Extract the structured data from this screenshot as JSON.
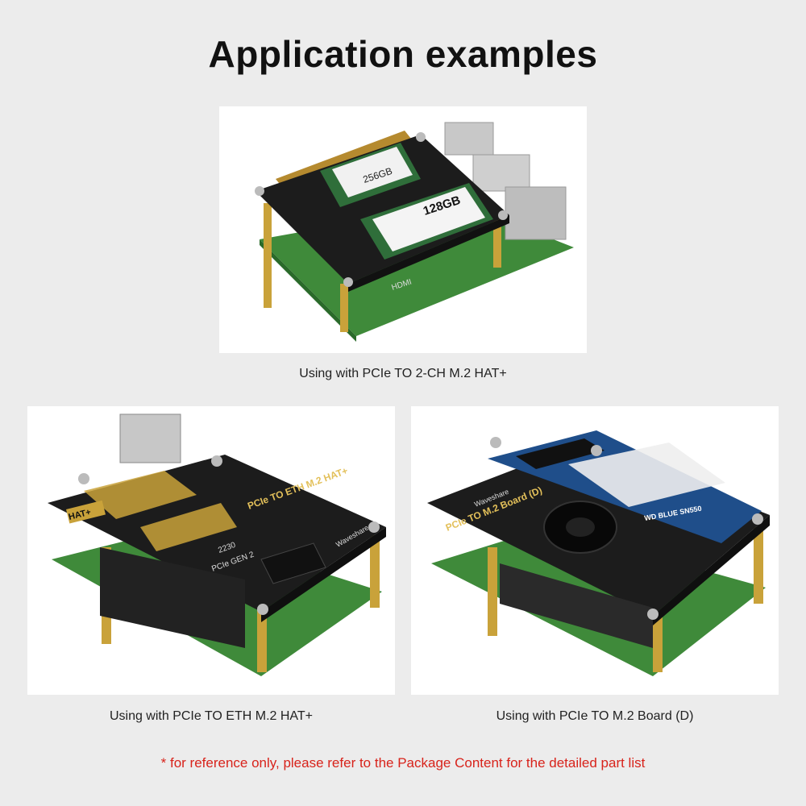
{
  "title": "Application examples",
  "examples": [
    {
      "caption": "Using with PCIe TO 2-CH M.2 HAT+",
      "photo": "raspberry-pi-with-2-ch-m2-hat",
      "labels": [
        "256GB",
        "128GB",
        "HDMI"
      ]
    },
    {
      "caption": "Using with PCIe TO ETH M.2 HAT+",
      "photo": "raspberry-pi-with-eth-m2-hat",
      "labels": [
        "PCIe TO ETH M.2 HAT+",
        "HAT+",
        "2230",
        "PCIe GEN 2",
        "Waveshare"
      ]
    },
    {
      "caption": "Using with PCIe TO M.2 Board (D)",
      "photo": "raspberry-pi-with-m2-board-d",
      "labels": [
        "PCIe TO M.2 Board (D)",
        "Waveshare",
        "WD BLUE SN550"
      ]
    }
  ],
  "note": "* for reference only, please refer to the Package Content for the detailed part list",
  "colors": {
    "note": "#d8231b",
    "pcb": "#1c1c1c",
    "gold": "#c9a23a",
    "green": "#3f8a3a"
  }
}
